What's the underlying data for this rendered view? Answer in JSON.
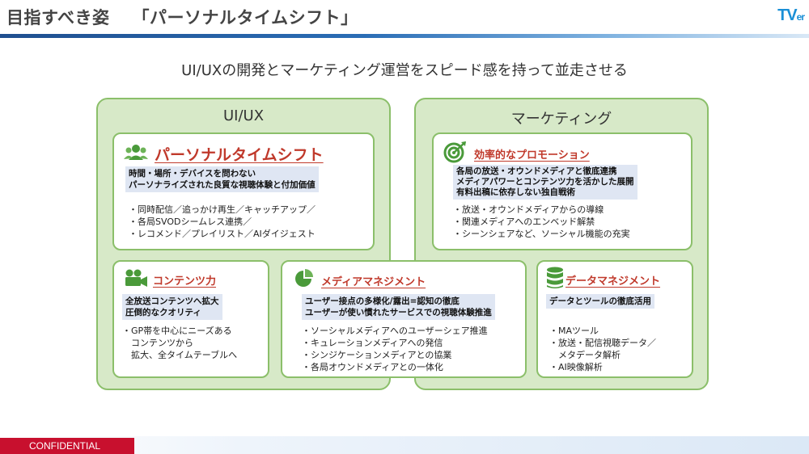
{
  "header": {
    "title_left": "目指すべき姿",
    "title_right": "「パーソナルタイムシフト」",
    "logo_main": "TV",
    "logo_sub": "er"
  },
  "subtitle": "UI/UXの開発とマーケティング運営をスピード感を持って並走させる",
  "panels": {
    "uiux": "UI/UX",
    "marketing": "マーケティング"
  },
  "cards": {
    "personal": {
      "title": "パーソナルタイムシフト",
      "highlight": [
        "時間・場所・デバイスを問わない",
        "パーソナライズされた良質な視聴体験と付加価値"
      ],
      "items": [
        "同時配信／追っかけ再生／キャッチアップ／",
        "各局SVODシームレス連携／",
        "レコメンド／プレイリスト／AIダイジェスト"
      ]
    },
    "promo": {
      "title": "効率的なプロモーション",
      "highlight": [
        "各局の放送・オウンドメディアと徹底連携",
        "メディアパワーとコンテンツ力を活かした展開",
        "有料出稿に依存しない独自戦術"
      ],
      "items": [
        "放送・オウンドメディアからの導線",
        "関連メディアへのエンベッド解禁",
        "シーンシェアなど、ソーシャル機能の充実"
      ]
    },
    "content": {
      "title": "コンテンツ力",
      "highlight": [
        "全放送コンテンツへ拡大",
        "圧倒的なクオリティ"
      ],
      "items": [
        "GP帯を中心にニーズある"
      ],
      "continuation": [
        "コンテンツから",
        "拡大、全タイムテーブルへ"
      ]
    },
    "media": {
      "title": "メディアマネジメント",
      "highlight": [
        "ユーザー接点の多様化/露出=認知の徹底",
        "ユーザーが使い慣れたサービスでの視聴体験推進"
      ],
      "items": [
        "ソーシャルメディアへのユーザーシェア推進",
        "キュレーションメディアへの発信",
        "シンジケーションメディアとの協業",
        "各局オウンドメディアとの一体化"
      ]
    },
    "data": {
      "title": "データマネジメント",
      "highlight": [
        "データとツールの徹底活用"
      ],
      "items": [
        "MAツール",
        "放送・配信視聴データ／"
      ],
      "continuation": [
        "メタデータ解析"
      ],
      "items_after": [
        "AI映像解析"
      ]
    }
  },
  "footer": {
    "label": "CONFIDENTIAL"
  },
  "colors": {
    "accent_red": "#c0392b",
    "panel_green": "#d7e9c8",
    "border_green": "#8bbf6a",
    "highlight_blue": "#dfe6f3",
    "brand_blue": "#1a8fd6"
  }
}
